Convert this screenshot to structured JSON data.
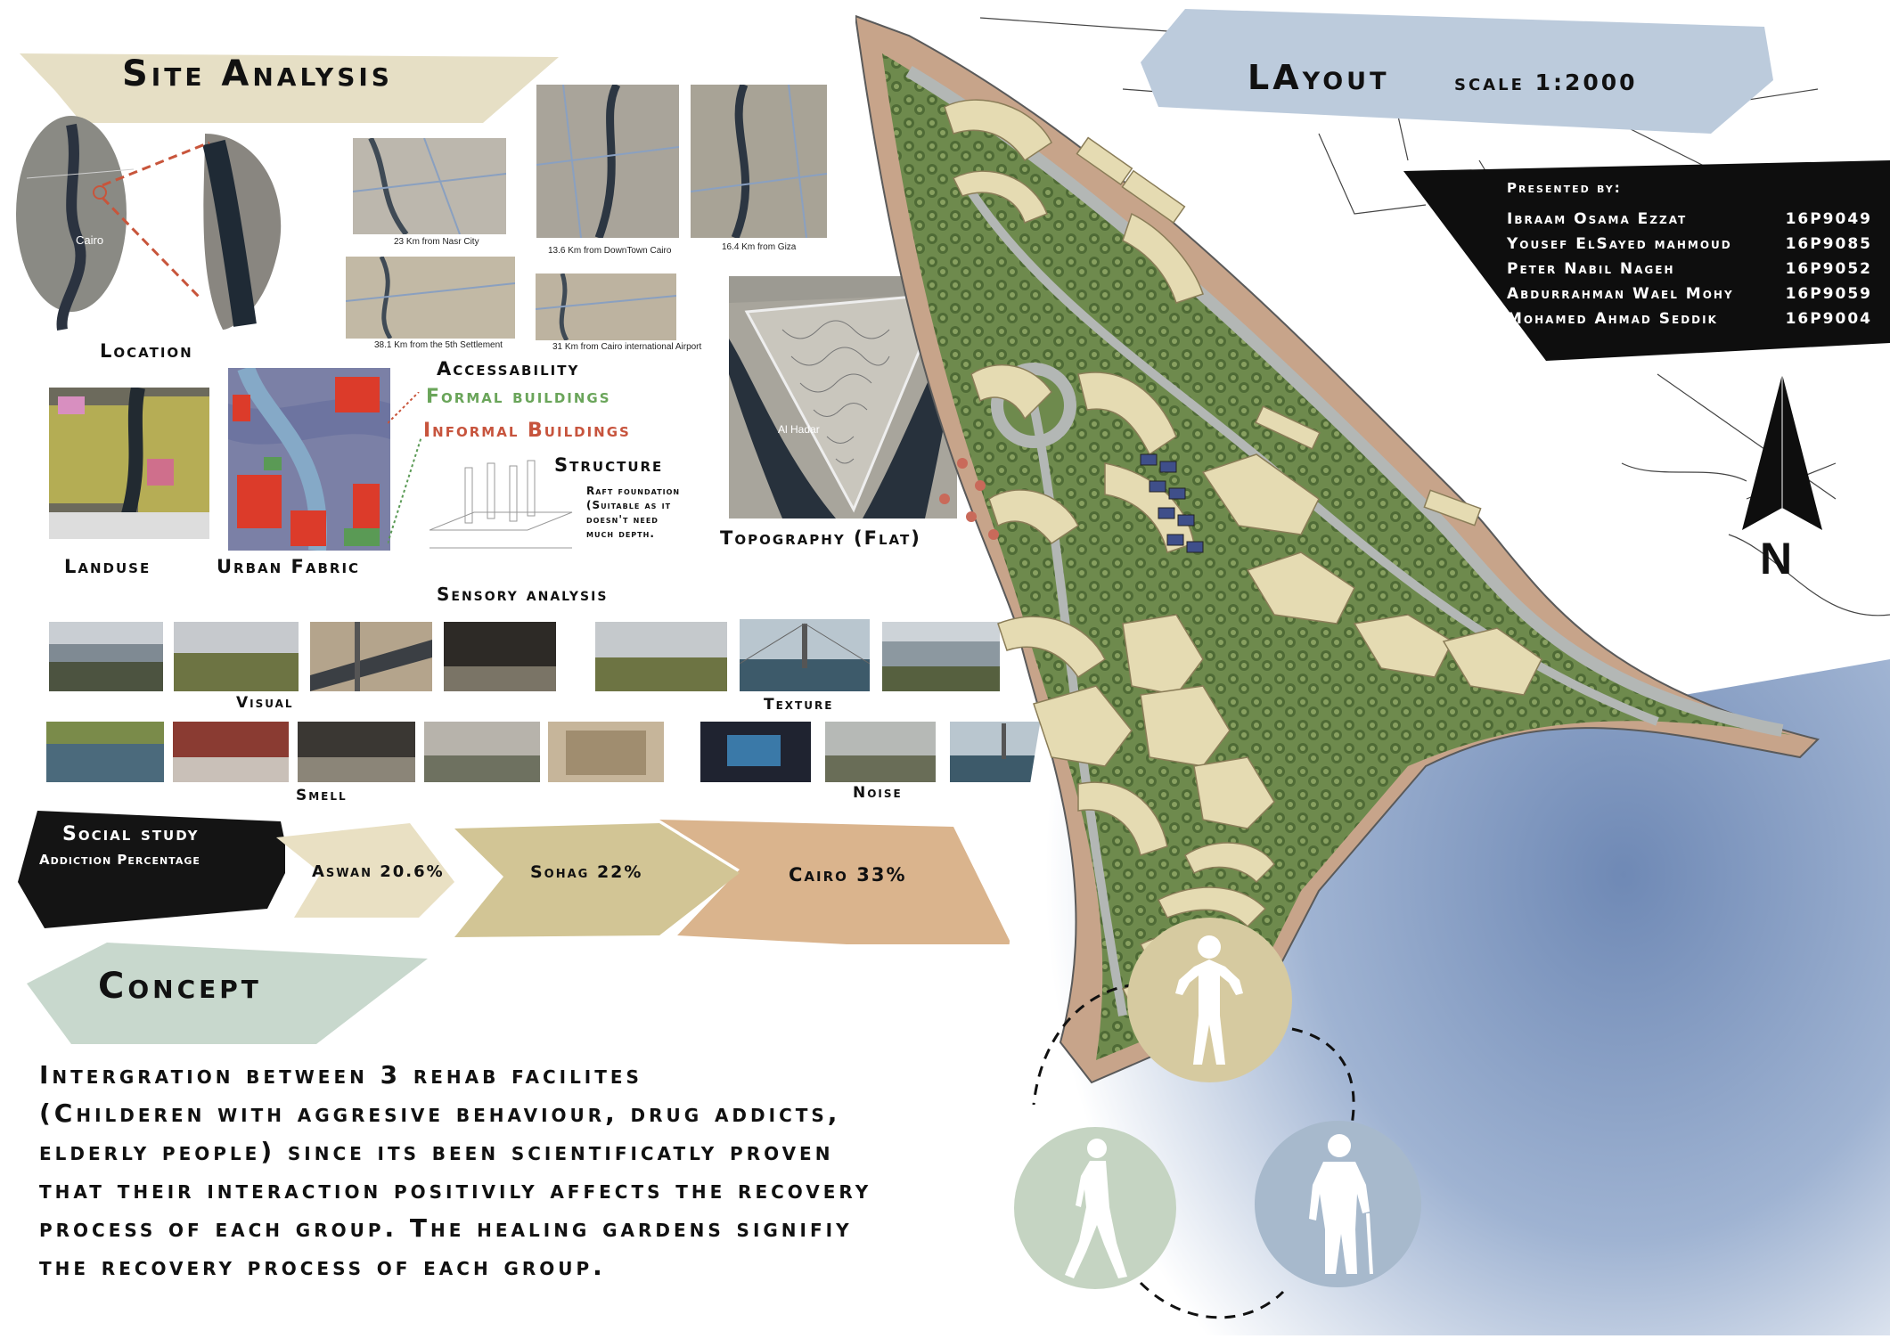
{
  "headings": {
    "site_analysis": "Site Analysis",
    "layout": "LAyout",
    "layout_scale": "scale 1:2000",
    "concept": "Concept"
  },
  "team": {
    "title": "Presented by:",
    "members": [
      {
        "name": "Ibraam Osama Ezzat",
        "id": "16P9049"
      },
      {
        "name": "Yousef ElSayed mahmoud",
        "id": "16P9085"
      },
      {
        "name": "Peter Nabil Nageh",
        "id": "16P9052"
      },
      {
        "name": "Abdurrahman Wael Mohy",
        "id": "16P9059"
      },
      {
        "name": "Mohamed Ahmad Seddik",
        "id": "16P9004"
      }
    ]
  },
  "site": {
    "location_label": "Location",
    "cairo_label": "Cairo",
    "accessability_label": "Accessability",
    "map_captions": {
      "nasr_city": "23 Km from Nasr City",
      "downtown": "13.6 Km from DownTown Cairo",
      "giza": "16.4 Km from Giza",
      "settlement": "38.1 Km from the 5th Settlement",
      "airport": "31 Km from Cairo international Airport"
    },
    "landuse_label": "Landuse",
    "urban_fabric_label": "Urban Fabric",
    "formal_buildings": "Formal buildings",
    "informal_buildings": "Informal Buildings",
    "structure_label": "Structure",
    "structure_note": [
      "Raft foundation",
      "(Suitable as it",
      "doesn't need",
      "much depth."
    ],
    "topography_label": "Topography (Flat)",
    "topography_map_text": "Al Hadar"
  },
  "sensory": {
    "title": "Sensory analysis",
    "visual": "Visual",
    "texture": "Texture",
    "smell": "Smell",
    "noise": "Noise"
  },
  "social": {
    "title": "Social study",
    "subtitle": "Addiction Percentage",
    "items": [
      {
        "label": "Aswan 20.6%",
        "value": 20.6,
        "color": "#e9e0c3"
      },
      {
        "label": "Sohag 22%",
        "value": 22,
        "color": "#d2c595"
      },
      {
        "label": "Cairo 33%",
        "value": 33,
        "color": "#dab48d"
      }
    ]
  },
  "concept": {
    "lines": [
      "Intergration between 3 rehab facilites",
      "(Childeren with aggresive behaviour, drug addicts,",
      "elderly people) since its been scientificatly proven",
      "that their interaction positivily affects the recovery",
      "process of each group. The healing gardens signifiy",
      "the recovery process of each group."
    ]
  },
  "compass": {
    "label": "N"
  },
  "colors": {
    "banner_site": "#e6dfc5",
    "banner_layout": "#bccbdc",
    "banner_concept": "#c8d8cd",
    "circle_child": "#d6caa0",
    "circle_youth": "#c5d4c2",
    "circle_elder": "#a7b9cc",
    "river": "#8fa6c8",
    "green": "#6f8a4f",
    "buildings": "#e5dbb2"
  },
  "icons": [
    "north-arrow-icon",
    "child-figure-icon",
    "walking-man-icon",
    "elderly-man-icon"
  ]
}
